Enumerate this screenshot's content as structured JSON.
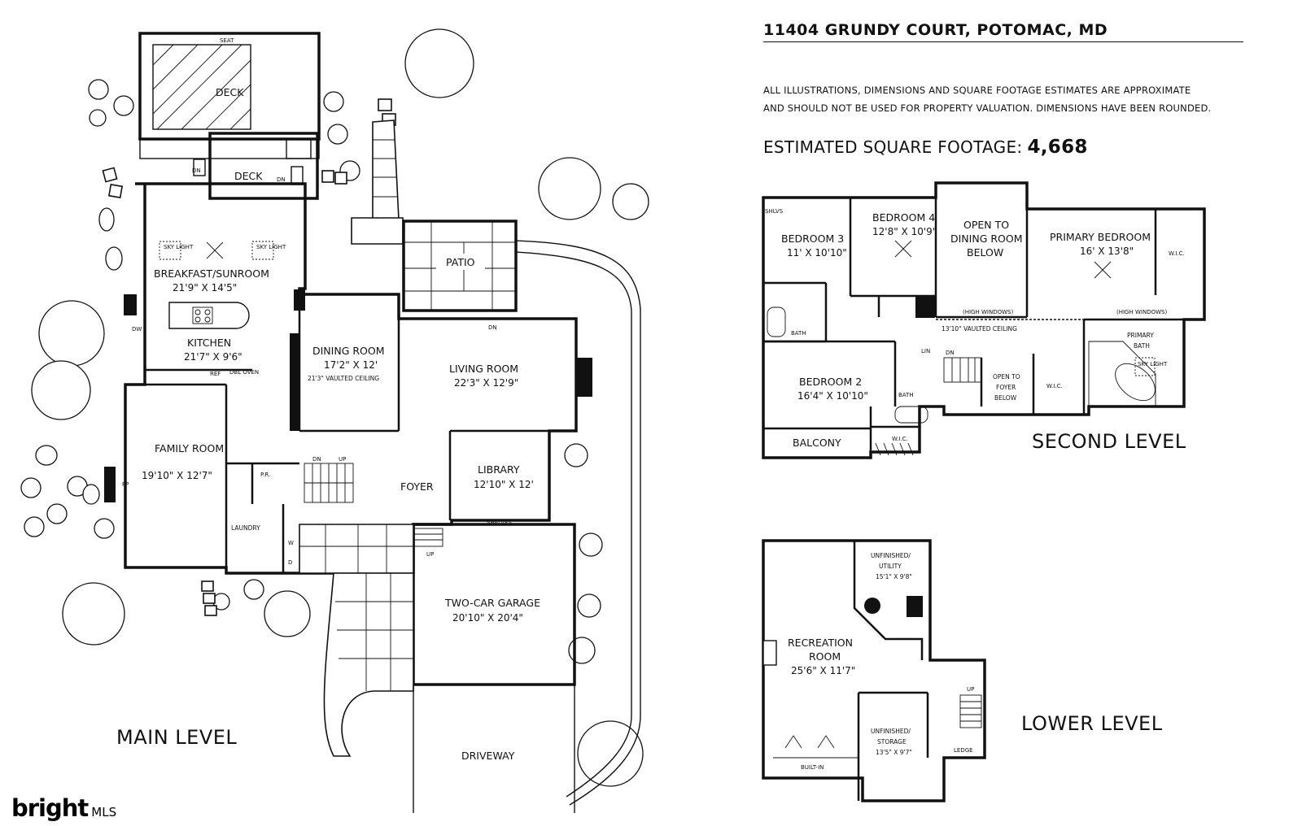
{
  "address": "11404 GRUNDY COURT, POTOMAC, MD",
  "disclaimer": {
    "line1": "ALL ILLUSTRATIONS, DIMENSIONS AND SQUARE FOOTAGE ESTIMATES ARE APPROXIMATE",
    "line2": "AND  SHOULD NOT BE USED FOR PROPERTY VALUATION. DIMENSIONS HAVE BEEN ROUNDED."
  },
  "sqft": {
    "label": "ESTIMATED SQUARE FOOTAGE:",
    "value": "4,668"
  },
  "levels": {
    "main": "MAIN LEVEL",
    "second": "SECOND LEVEL",
    "lower": "LOWER LEVEL"
  },
  "logo": {
    "brand": "bright",
    "suffix": "MLS"
  },
  "main_level": {
    "deck_top": {
      "name": "DECK",
      "seat": "SEAT"
    },
    "deck_lower": {
      "name": "DECK"
    },
    "breakfast": {
      "name": "BREAKFAST/SUNROOM",
      "dims": "21'9\" X 14'5\"",
      "skylight": "SKY LIGHT"
    },
    "kitchen": {
      "name": "KITCHEN",
      "dims": "21'7\" X 9'6\"",
      "dw": "DW",
      "ref": "REF",
      "oven": "DBL OVEN"
    },
    "dining": {
      "name": "DINING ROOM",
      "dims": "17'2\" X 12'",
      "note": "21'3\" VAULTED CEILING"
    },
    "living": {
      "name": "LIVING ROOM",
      "dims": "22'3\" X 12'9\"",
      "fp": "FP"
    },
    "patio": {
      "name": "PATIO"
    },
    "family": {
      "name": "FAMILY ROOM",
      "dims": "19'10\" X 12'7\"",
      "fp": "FP"
    },
    "library": {
      "name": "LIBRARY",
      "dims": "12'10\" X 12'",
      "shelves": "SHELVES"
    },
    "foyer": {
      "name": "FOYER"
    },
    "powder": {
      "name": "P.R."
    },
    "laundry": {
      "name": "LAUNDRY",
      "w": "W",
      "d": "D"
    },
    "garage": {
      "name": "TWO-CAR GARAGE",
      "dims": "20'10\" X 20'4\""
    },
    "driveway": {
      "name": "DRIVEWAY"
    },
    "dn": "DN",
    "up": "UP"
  },
  "second_level": {
    "bed3": {
      "name": "BEDROOM 3",
      "dims": "11' X 10'10\"",
      "shlvs": "SHLVS"
    },
    "bed4": {
      "name": "BEDROOM 4",
      "dims": "12'8\" X 10'9\""
    },
    "open_dining": {
      "line1": "OPEN TO",
      "line2": "DINING ROOM",
      "line3": "BELOW"
    },
    "primary": {
      "name": "PRIMARY BEDROOM",
      "dims": "16' X 13'8\"",
      "wic": "W.I.C."
    },
    "bed2": {
      "name": "BEDROOM 2",
      "dims": "16'4\" X 10'10\""
    },
    "balcony": {
      "name": "BALCONY"
    },
    "bath": "BATH",
    "lin": "LIN",
    "wic": "W.I.C.",
    "open_foyer": {
      "line1": "OPEN TO",
      "line2": "FOYER",
      "line3": "BELOW"
    },
    "primary_bath": {
      "line1": "PRIMARY",
      "line2": "BATH",
      "skylight": "SKY LIGHT"
    },
    "high_windows": "(HIGH WINDOWS)",
    "vaulted": "13'10\" VAULTED CEILING",
    "dn": "DN"
  },
  "lower_level": {
    "rec": {
      "line1": "RECREATION",
      "line2": "ROOM",
      "dims": "25'6\" X 11'7\"",
      "builtin": "BUILT-IN"
    },
    "utility": {
      "line1": "UNFINISHED/",
      "line2": "UTILITY",
      "dims": "15'1\" X 9'8\""
    },
    "storage": {
      "line1": "UNFINISHED/",
      "line2": "STORAGE",
      "dims": "13'5\" X 9'7\""
    },
    "ledge": "LEDGE",
    "up": "UP"
  }
}
